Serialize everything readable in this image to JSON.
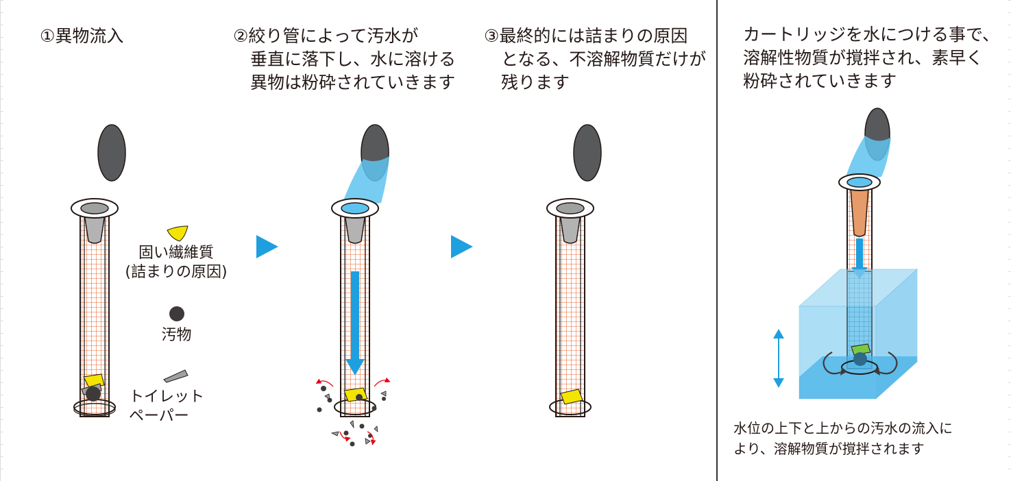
{
  "steps": [
    {
      "text": "①異物流入"
    },
    {
      "text": "②絞り管によって汚水が\n　垂直に落下し、水に溶ける\n　異物は粉砕されていきます"
    },
    {
      "text": "③最終的には詰まりの原因\n　となる、不溶解物質だけが\n　残ります"
    }
  ],
  "legend": {
    "fiber": "固い繊維質\n(詰まりの原因)",
    "filth": "汚物",
    "paper": "トイレット\nペーパー"
  },
  "side": {
    "heading": "カートリッジを水につける事で、\n溶解性物質が撹拌され、素早く\n粉砕されていきます",
    "caption": "水位の上下と上からの汚水の流入に\nより、溶解物質が撹拌されます"
  },
  "colors": {
    "accent_blue": "#1e9fe0",
    "water_blue": "#5fc3ef",
    "mesh_orange": "#e8642c",
    "lid_gray": "#58595b",
    "fiber_yellow": "#f3e500",
    "arrow_red": "#e60012"
  }
}
